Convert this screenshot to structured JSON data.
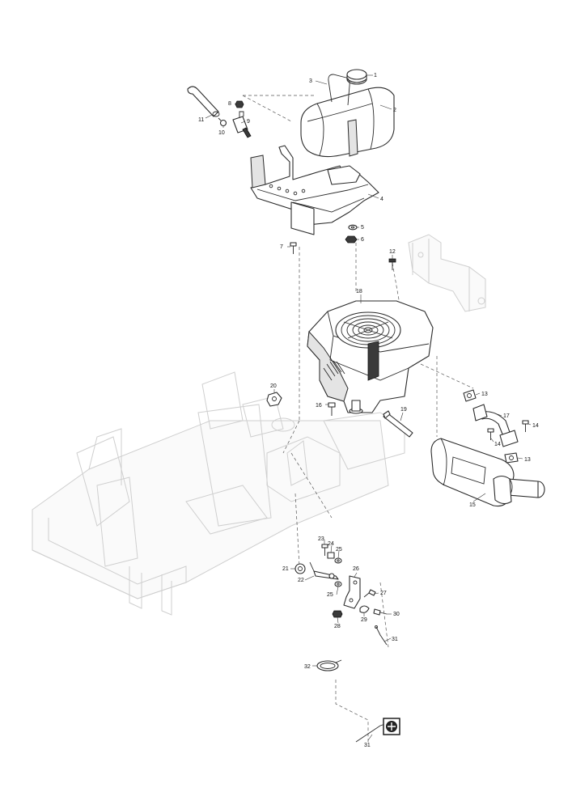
{
  "callouts": {
    "c1": "1",
    "c2": "2",
    "c3": "3",
    "c4": "4",
    "c5": "5",
    "c6": "6",
    "c7": "7",
    "c8": "8",
    "c9": "9",
    "c10": "10",
    "c11": "11",
    "c12": "12",
    "c13a": "13",
    "c13b": "13",
    "c14a": "14",
    "c14b": "14",
    "c15": "15",
    "c16": "16",
    "c17": "17",
    "c18": "18",
    "c19": "19",
    "c20": "20",
    "c21": "21",
    "c22": "22",
    "c23": "23",
    "c24": "24",
    "c25a": "25",
    "c25b": "25",
    "c26": "26",
    "c27": "27",
    "c28": "28",
    "c29": "29",
    "c30": "30",
    "c31a": "31",
    "c31b": "31",
    "c32": "32"
  },
  "icons": {
    "warning_label": "decal-icon"
  }
}
